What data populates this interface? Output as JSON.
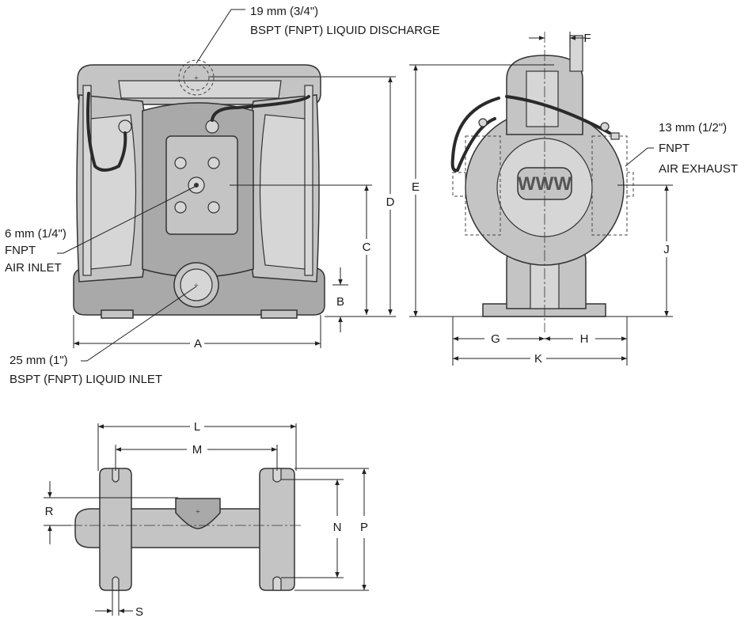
{
  "callouts": {
    "discharge": {
      "size": "19 mm (3/4\")",
      "type": "BSPT (FNPT) LIQUID DISCHARGE"
    },
    "air_inlet": {
      "size": "6 mm (1/4\")",
      "thread": "FNPT",
      "name": "AIR INLET"
    },
    "liquid_inlet": {
      "size": "25 mm (1\")",
      "type": "BSPT (FNPT) LIQUID INLET"
    },
    "air_exhaust": {
      "size": "13 mm (1/2\")",
      "thread": "FNPT",
      "name": "AIR EXHAUST"
    }
  },
  "dimensions": [
    "A",
    "B",
    "C",
    "D",
    "E",
    "F",
    "G",
    "H",
    "J",
    "K",
    "L",
    "M",
    "N",
    "P",
    "R",
    "S"
  ],
  "logo_text": "WWW"
}
